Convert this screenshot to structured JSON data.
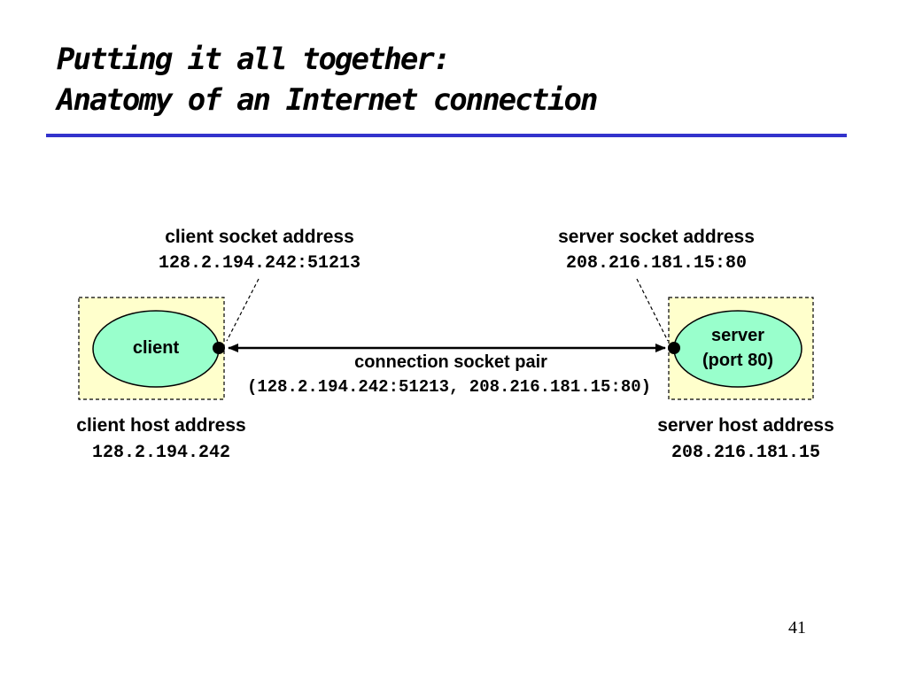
{
  "slide": {
    "title_line1": "Putting it all together:",
    "title_line2": "Anatomy of an Internet connection",
    "page_number": "41"
  },
  "colors": {
    "title_rule": "#3333cc",
    "host_box_fill": "#ffffcc",
    "node_fill": "#99ffcc",
    "outline": "#000000"
  },
  "client": {
    "node_label": "client",
    "socket_address_label": "client socket address",
    "socket_address_value": "128.2.194.242:51213",
    "host_address_label": "client host address",
    "host_address_value": "128.2.194.242"
  },
  "server": {
    "node_label_line1": "server",
    "node_label_line2": "(port 80)",
    "socket_address_label": "server socket address",
    "socket_address_value": "208.216.181.15:80",
    "host_address_label": "server host address",
    "host_address_value": "208.216.181.15"
  },
  "connection": {
    "label": "connection socket pair",
    "value": "(128.2.194.242:51213, 208.216.181.15:80)"
  }
}
